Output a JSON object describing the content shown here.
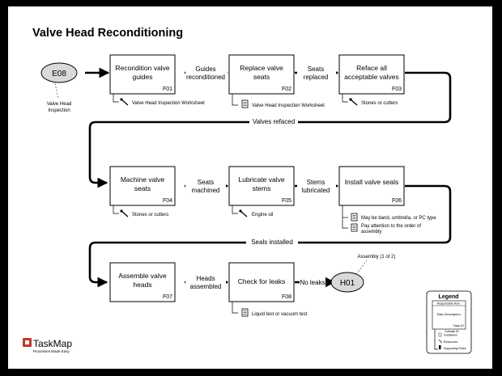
{
  "title": "Valve Head Reconditioning",
  "start": {
    "id": "E08",
    "note1": "Valve Head",
    "note2": "Inspection"
  },
  "end": {
    "id": "H01",
    "note": "Assembly (1 of 2)"
  },
  "tasks": [
    {
      "id": "F01",
      "line1": "Recondition valve",
      "line2": "guides",
      "note1": "Valve Head Inspection Worksheet"
    },
    {
      "id": "F02",
      "line1": "Replace valve",
      "line2": "seats",
      "note1": "Valve Head Inspection Worksheet"
    },
    {
      "id": "F03",
      "line1": "Reface all",
      "line2": "acceptable valves",
      "note1": "Stones or cutters"
    },
    {
      "id": "F04",
      "line1": "Machine valve",
      "line2": "seats",
      "note1": "Stones or cutters"
    },
    {
      "id": "F05",
      "line1": "Lubricate valve",
      "line2": "stems",
      "note1": "Engine oil"
    },
    {
      "id": "F06",
      "line1": "Install valve seals",
      "note1": "May be band, umbrella, or PC type",
      "note2": "Pay attention to the order of",
      "note2b": "assembly"
    },
    {
      "id": "F07",
      "line1": "Assemble valve",
      "line2": "heads"
    },
    {
      "id": "F08",
      "line1": "Check for leaks",
      "note1": "Liquid test or vacuum test"
    }
  ],
  "connectors": [
    {
      "line1": "Guides",
      "line2": "reconditioned"
    },
    {
      "line1": "Seats",
      "line2": "replaced"
    },
    {
      "line1": "Valves refaced"
    },
    {
      "line1": "Seats",
      "line2": "machined"
    },
    {
      "line1": "Stems",
      "line2": "lubricated"
    },
    {
      "line1": "Seals installed"
    },
    {
      "line1": "Heads",
      "line2": "assembled"
    },
    {
      "line1": "No leaks"
    }
  ],
  "logo": {
    "name": "TaskMap",
    "tagline": "Processes Made Easy"
  },
  "legend": {
    "title": "Legend",
    "role": "Responsible Role",
    "task_description": "Task Description",
    "task_id": "Task ID",
    "subtask_id": "Subtask ID",
    "guidelines": "Guidelines",
    "resources": "Resources",
    "supporting_roles": "Supporting Roles"
  },
  "colors": {
    "oval_fill": "#d9d9d9",
    "logo_accent": "#c0392b",
    "background": "#000000",
    "sheet": "#ffffff"
  }
}
